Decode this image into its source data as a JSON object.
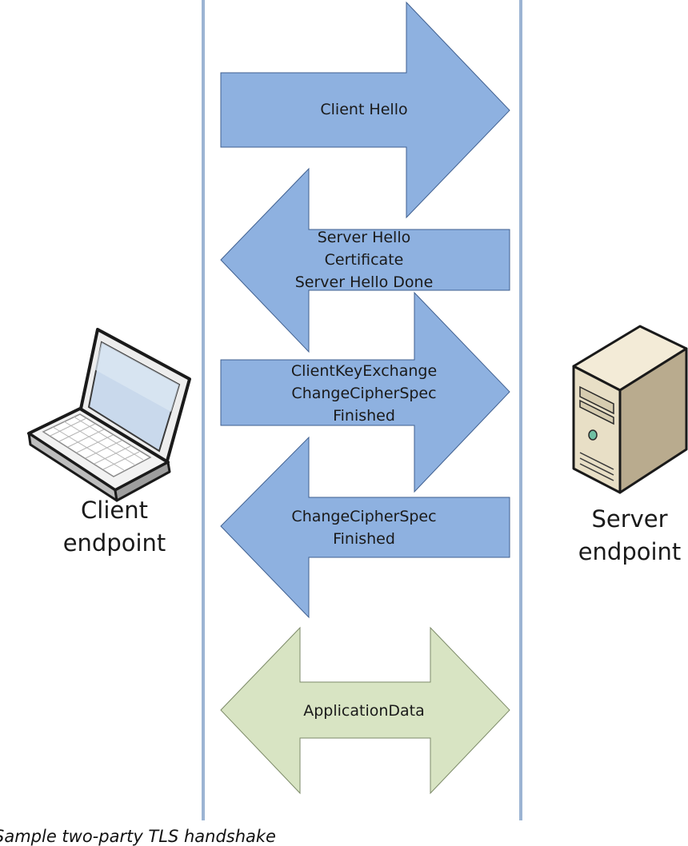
{
  "diagram": {
    "caption": "Sample two-party TLS handshake",
    "client": {
      "label_line1": "Client",
      "label_line2": "endpoint"
    },
    "server": {
      "label_line1": "Server",
      "label_line2": "endpoint"
    },
    "messages": [
      {
        "direction": "to-server",
        "lines": [
          "Client Hello"
        ]
      },
      {
        "direction": "to-client",
        "lines": [
          "Server Hello",
          "Certificate",
          "Server Hello Done"
        ]
      },
      {
        "direction": "to-server",
        "lines": [
          "ClientKeyExchange",
          "ChangeCipherSpec",
          "Finished"
        ]
      },
      {
        "direction": "to-client",
        "lines": [
          "ChangeCipherSpec",
          "Finished"
        ]
      },
      {
        "direction": "both",
        "lines": [
          "ApplicationData"
        ]
      }
    ],
    "colors": {
      "handshake_arrow": "#8eb1e0",
      "handshake_stroke": "#3f5f8f",
      "data_arrow": "#d8e4c3",
      "data_stroke": "#7c8a68",
      "lifeline": "#9cb4d3"
    }
  }
}
